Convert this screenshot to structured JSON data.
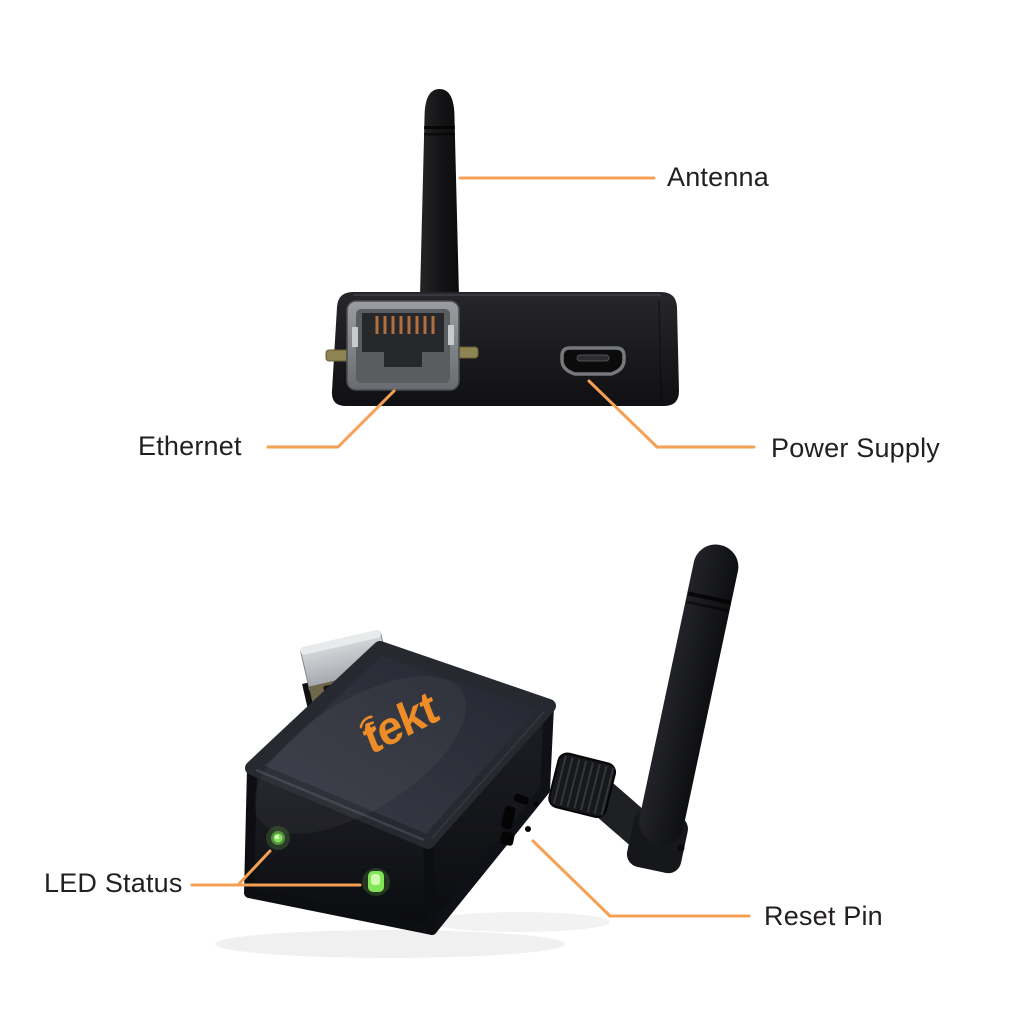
{
  "diagram": {
    "labels": {
      "antenna": "Antenna",
      "ethernet": "Ethernet",
      "power_supply": "Power Supply",
      "led_status": "LED Status",
      "reset_pin": "Reset Pin"
    },
    "logo_text": "tekt",
    "colors": {
      "callout_line": "#F4A156",
      "logo_orange": "#EE8C28",
      "led_green": "#82E457",
      "label_text": "#231F20"
    }
  }
}
